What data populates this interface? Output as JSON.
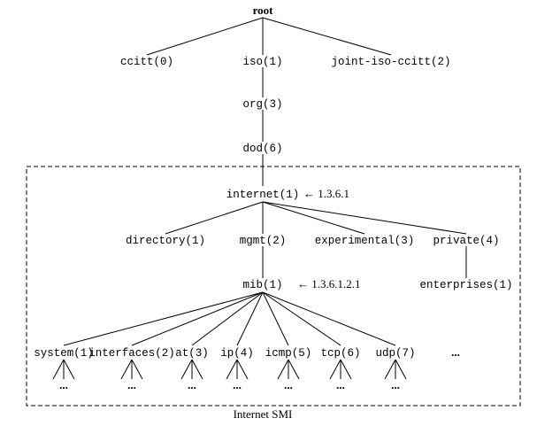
{
  "root": "root",
  "top_level": [
    "ccitt(0)",
    "iso(1)",
    "joint-iso-ccitt(2)"
  ],
  "org": "org(3)",
  "dod": "dod(6)",
  "internet": "internet(1)",
  "internet_oid": "← 1.3.6.1",
  "internet_children": [
    "directory(1)",
    "mgmt(2)",
    "experimental(3)",
    "private(4)"
  ],
  "mib": "mib(1)",
  "mib_oid": "← 1.3.6.1.2.1",
  "enterprises": "enterprises(1)",
  "mib_children": [
    "system(1)",
    "interfaces(2)",
    "at(3)",
    "ip(4)",
    "icmp(5)",
    "tcp(6)",
    "udp(7)"
  ],
  "more_marker": "...",
  "ellipsis": "...",
  "box_label": "Internet SMI"
}
